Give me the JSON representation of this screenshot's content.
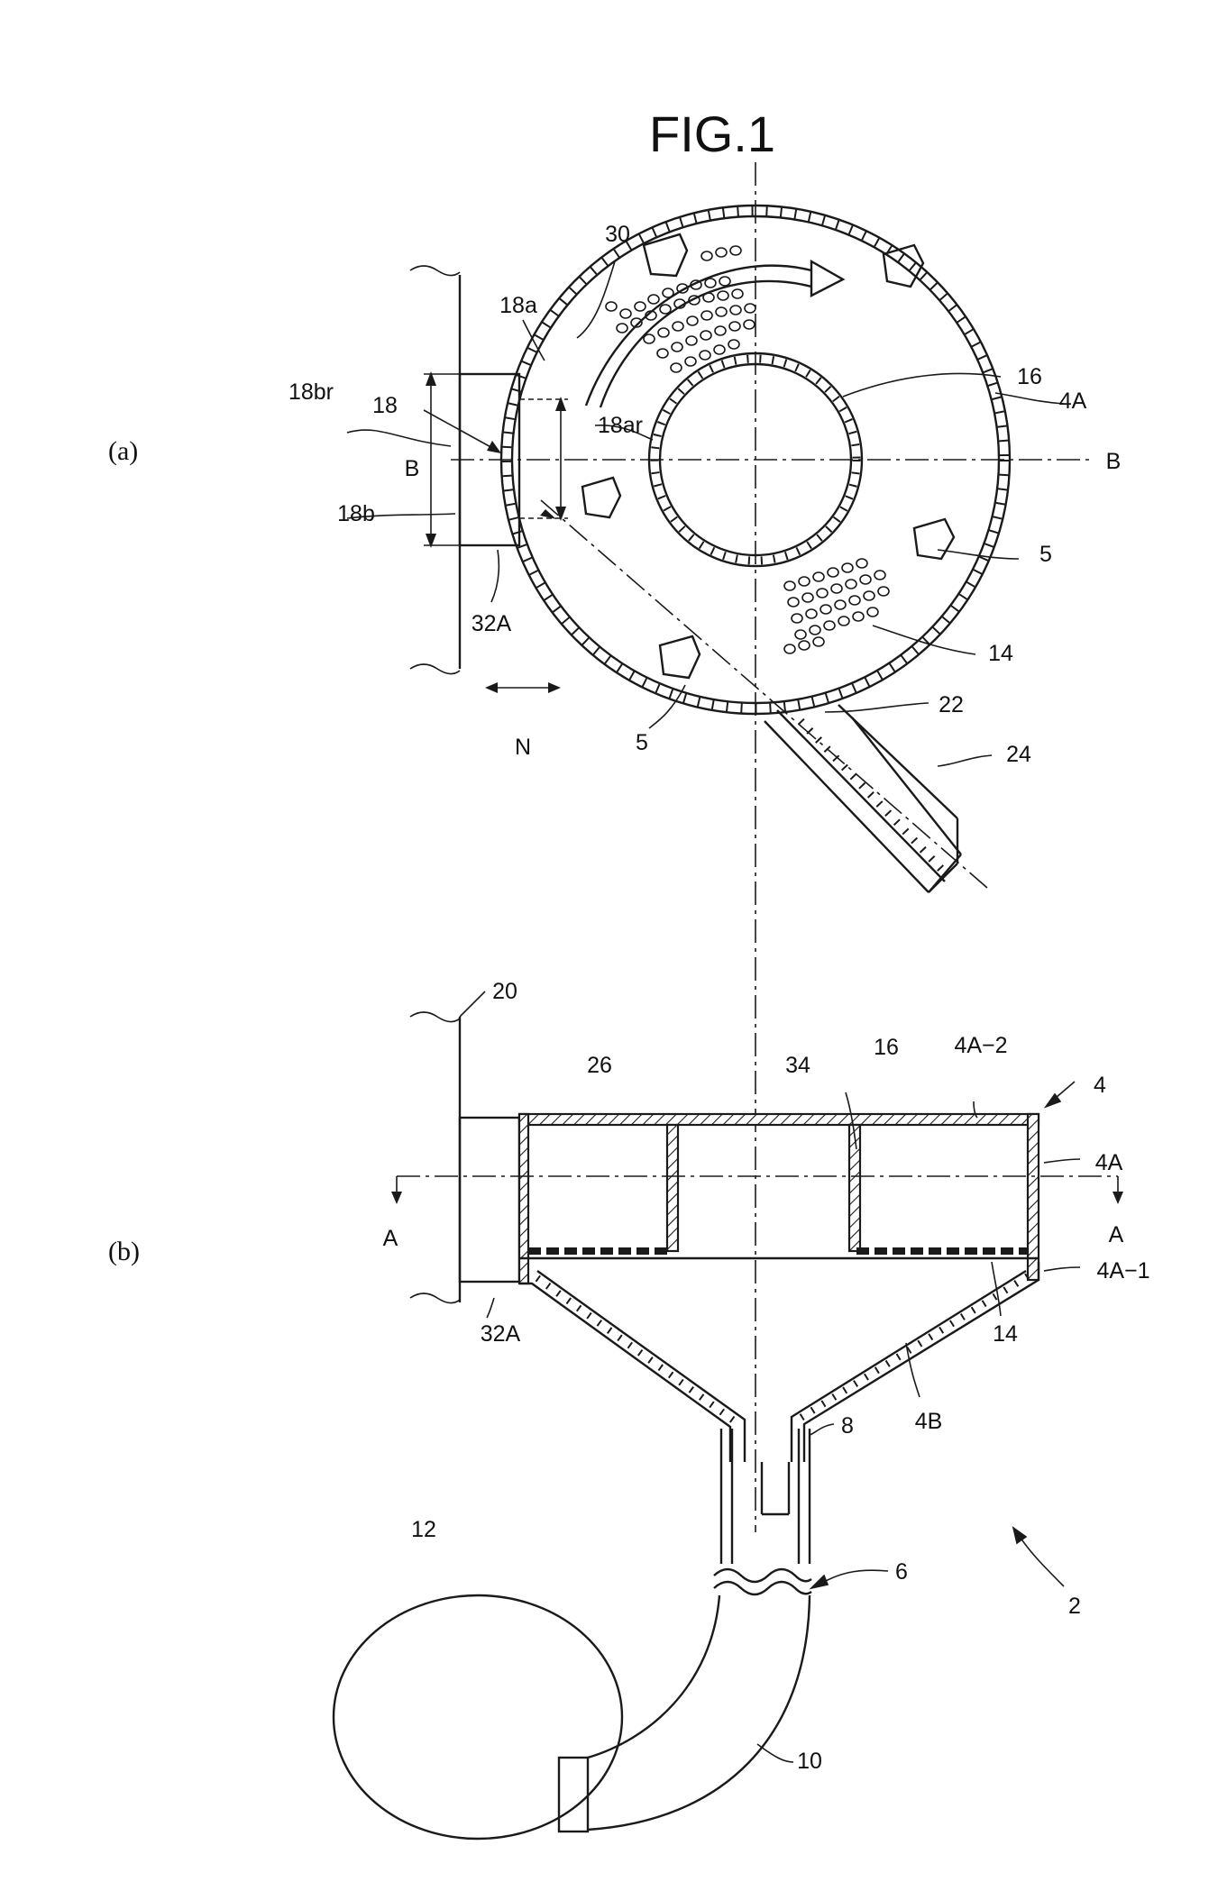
{
  "figure": {
    "title": "FIG.1",
    "panels": {
      "a": "(a)",
      "b": "(b)"
    },
    "labels_a": {
      "l30": "30",
      "l18a": "18a",
      "l18br": "18br",
      "l18": "18",
      "l18ar": "18ar",
      "l16": "16",
      "l4A": "4A",
      "lB_left": "B",
      "lB_right": "B",
      "l18b": "18b",
      "l5_right": "5",
      "l14": "14",
      "l32A": "32A",
      "l22": "22",
      "lN": "N",
      "l5_bottom": "5",
      "l24": "24"
    },
    "labels_b": {
      "l20": "20",
      "l26": "26",
      "l34": "34",
      "l16": "16",
      "l4A_2": "4A−2",
      "l4": "4",
      "l4A": "4A",
      "lA_left": "A",
      "lA_right": "A",
      "l4A_1": "4A−1",
      "l32A": "32A",
      "l14": "14",
      "l8": "8",
      "l4B": "4B",
      "l12": "12",
      "l6": "6",
      "l2": "2",
      "l10": "10"
    }
  }
}
